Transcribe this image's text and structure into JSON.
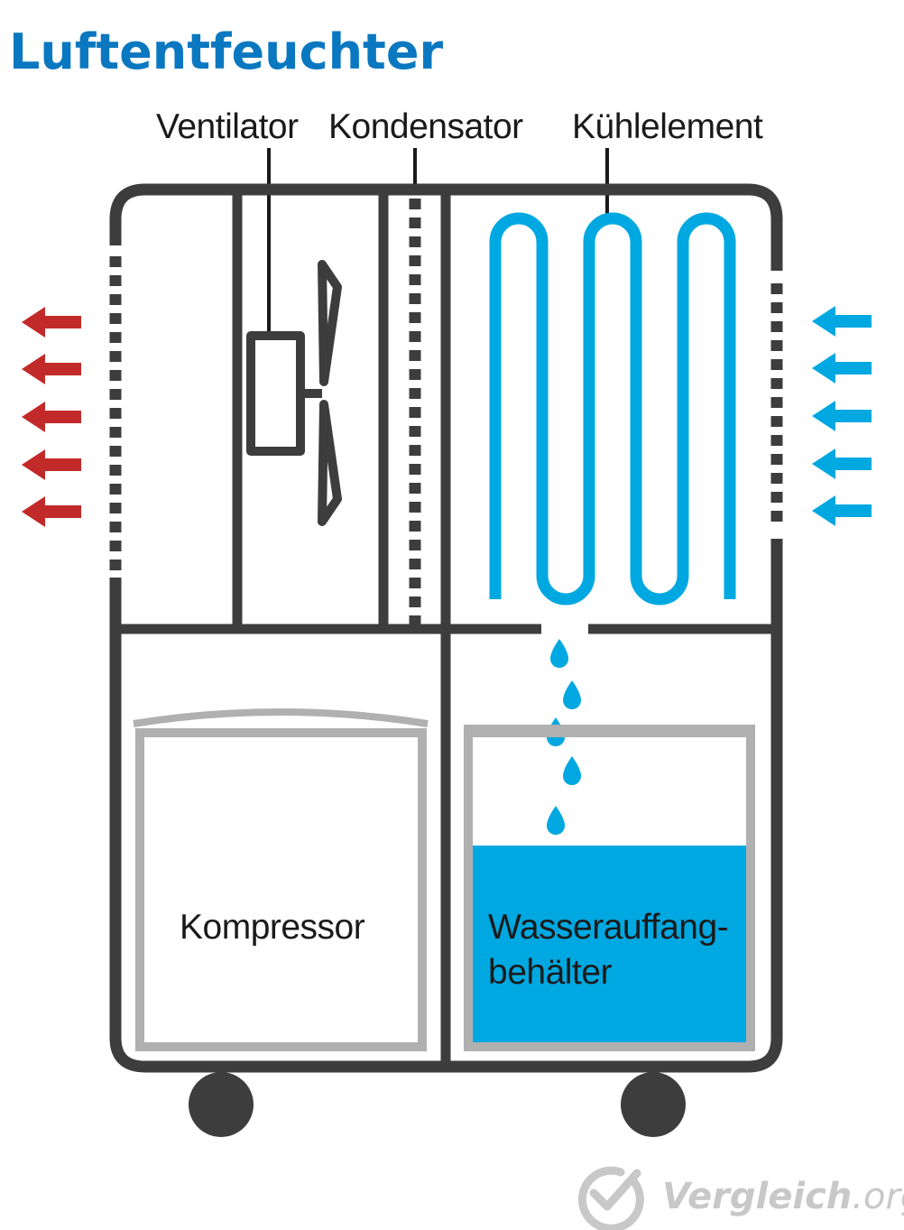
{
  "title": "Luftentfeuchter",
  "labels": {
    "ventilator": "Ventilator",
    "kondensator": "Kondensator",
    "kuehlelement": "Kühlelement",
    "kompressor": "Kompressor",
    "wasser_line1": "Wasserauffang-",
    "wasser_line2": "behälter"
  },
  "watermark": {
    "brand": "Vergleich",
    "tld": ".org"
  },
  "colors": {
    "frame": "#3d3d3d",
    "inner_box": "#b0b0b0",
    "cold_blue": "#00a8e1",
    "warm_red": "#c22a2a",
    "title_blue": "#0a78c0",
    "watermark_grey": "#c8c8c8"
  },
  "icons": {
    "outflow": "arrow-left-icon",
    "inflow": "arrow-left-icon",
    "condensate": "water-drop-icon",
    "watermark_logo": "check-circle-icon"
  }
}
